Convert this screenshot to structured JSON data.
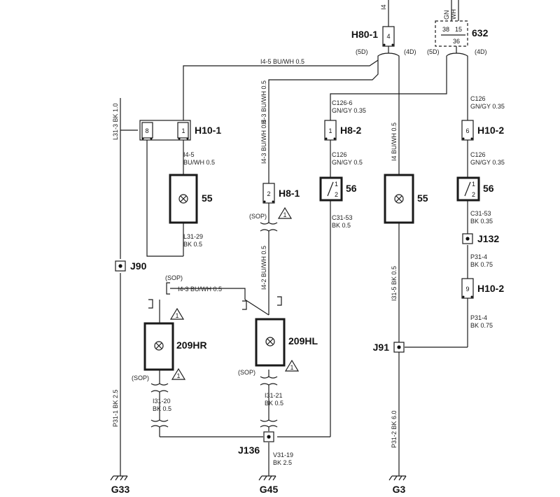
{
  "connectors": {
    "h80_1": "H80-1",
    "h80_1_pin": "4",
    "c632": "632",
    "c632_pin_a": "38",
    "c632_pin_b": "15",
    "c632_pin_c": "36",
    "h10_1": "H10-1",
    "h10_1_pin_a": "8",
    "h10_1_pin_b": "1",
    "h8_2": "H8-2",
    "h8_2_pin": "1",
    "h10_2_top": "H10-2",
    "h10_2_top_pin": "6",
    "h8_1": "H8-1",
    "h8_1_pin": "2",
    "h10_2_bottom": "H10-2",
    "h10_2_bottom_pin": "9"
  },
  "components": {
    "lamp_left": "55",
    "lamp_center": "55",
    "switch_left": "56",
    "switch_left_pin1": "1",
    "switch_left_pin2": "2",
    "switch_right": "56",
    "switch_right_pin1": "1",
    "switch_right_pin2": "2",
    "lamp_209hr": "209HR",
    "lamp_209hl": "209HL"
  },
  "splices": {
    "j90": "J90",
    "j132": "J132",
    "j91": "J91",
    "j136": "J136"
  },
  "grounds": {
    "g33": "G33",
    "g45": "G45",
    "g3": "G3"
  },
  "wires": {
    "i4_top": "I4",
    "gn": "GN",
    "wh": "WH",
    "i4_5_top": "I4-5  BU/WH  0.5",
    "i4_5_label": "I4-5",
    "i4_5_spec": "BU/WH 0.5",
    "l31_3": "L31-3  BK  1.0",
    "l31_29_label": "L31-29",
    "l31_29_spec": "BK  0.5",
    "c126_6_label": "C126-6",
    "c126_6_spec": "GN/GY 0.35",
    "c126_mid_label": "C126",
    "c126_mid_spec": "GN/GY 0.5",
    "c31_53_left_label": "C31-53",
    "c31_53_left_spec": "BK  0.5",
    "c126_r1_label": "C126",
    "c126_r1_spec": "GN/GY 0.35",
    "c126_r2_label": "C126",
    "c126_r2_spec": "GN/GY 0.35",
    "c31_53_right_label": "C31-53",
    "c31_53_right_spec": "BK  0.35",
    "p31_4a_label": "P31-4",
    "p31_4a_spec": "BK  0.75",
    "p31_4b_label": "P31-4",
    "p31_4b_spec": "BK  0.75",
    "i4_v_center": "I4  BU/WH  0.5",
    "i31_5": "I31-5  BK  0.5",
    "p31_2": "P31-2  BK  6.0",
    "i4_3_vertical": "I4-3  BU/WH  0.5",
    "i4_3_horizontal": "I4-3  BU/WH  0.5",
    "i4_2": "I4-2  BU/WH  0.5",
    "i31_20_label": "I31-20",
    "i31_20_spec": "BK  0.5",
    "i31_21_label": "I31-21",
    "i31_21_spec": "BK  0.5",
    "v31_19_label": "V31-19",
    "v31_19_spec": "BK  2.5",
    "p31_1": "P31-1  BK  2.5",
    "sop": "(SOP)",
    "d5": "(5D)",
    "d4": "(4D)",
    "note_1": "1"
  }
}
